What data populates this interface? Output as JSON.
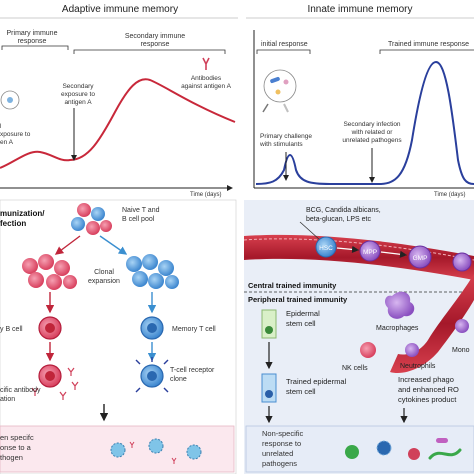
{
  "left": {
    "title": "Adaptive immune memory",
    "chart": {
      "primary_response": "Primary immune response",
      "primary_response_l1": "Primary immune",
      "primary_response_l2": "response",
      "secondary_response_l1": "Secondary immune",
      "secondary_response_l2": "response",
      "secondary_exposure_l1": "Secondary",
      "secondary_exposure_l2": "exposure to",
      "secondary_exposure_l3": "antigen A",
      "antibodies_l1": "Antibodies",
      "antibodies_l2": "against antigen A",
      "first_exposure_l1": "l",
      "first_exposure_l2": "xposure to",
      "first_exposure_l3": "en A",
      "x_axis": "Time (days)"
    },
    "panel": {
      "heading_l1": "munization/",
      "heading_l2": "fection",
      "naive_l1": "Naive T and",
      "naive_l2": "B cell pool",
      "clonal_l1": "Clonal",
      "clonal_l2": "expansion",
      "memory_b": "y B cell",
      "memory_t": "Memory T cell",
      "antibody_l1": "cific antibody",
      "antibody_l2": "ation",
      "tcr_l1": "T-cell receptor",
      "tcr_l2": "clone",
      "outcome_l1": "en specifc",
      "outcome_l2": "onse to a",
      "outcome_l3": "thogen"
    }
  },
  "right": {
    "title": "Innate immune memory",
    "chart": {
      "initial_response": "initial response",
      "trained_response": "Trained immune response",
      "primary_challenge_l1": "Primary challenge",
      "primary_challenge_l2": "with stimulants",
      "secondary_infection_l1": "Secondary infection",
      "secondary_infection_l2": "with related or",
      "secondary_infection_l3": "unrelated pathogens",
      "x_axis": "Time (days)"
    },
    "panel": {
      "stimuli_l1": "BCG, Candida albicans,",
      "stimuli_l2": "beta-glucan, LPS etc",
      "hsc": "HSC",
      "mpp": "MPP",
      "gmp": "GMP",
      "central": "Central trained immunity",
      "peripheral": "Peripheral trained immunity",
      "epidermal_l1": "Epidermal",
      "epidermal_l2": "stem cell",
      "trained_epidermal_l1": "Trained epidermal",
      "trained_epidermal_l2": "stem cell",
      "macrophages": "Macrophages",
      "nk_cells": "NK cells",
      "neutrophils": "Neutrophils",
      "mono": "Mono",
      "effects_l1": "Increased phago",
      "effects_l2": "and enhanced RO",
      "effects_l3": "cytokines product",
      "nonspecific_l1": "Non-specific",
      "nonspecific_l2": "response to",
      "nonspecific_l3": "unrelated",
      "nonspecific_l4": "pathogens"
    }
  },
  "colors": {
    "adaptive_curve": "#c8283a",
    "innate_curve": "#2a3f9c",
    "vessel": "#b2192e",
    "outcome_bg_left": "#fbe8ee",
    "outcome_bg_right": "#e6ecf7"
  }
}
